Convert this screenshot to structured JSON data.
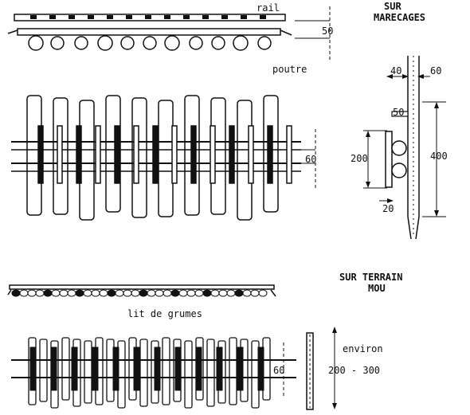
{
  "diagram": {
    "marsh": {
      "title_line1": "SUR",
      "title_line2": "MARECAGES",
      "label_rail": "rail",
      "label_poutre": "poutre",
      "dim_side_50": "50",
      "dim_track_60": "60",
      "dim_top_40": "40",
      "dim_top_60": "60",
      "dim_mid_50": "50",
      "dim_200": "200",
      "dim_400": "400",
      "dim_20": "20"
    },
    "soft": {
      "title_line1": "SUR TERRAIN",
      "title_line2": "MOU",
      "label_bed": "lit de grumes",
      "dim_track_60": "60",
      "label_environ": "environ",
      "label_range": "200 - 300"
    }
  }
}
